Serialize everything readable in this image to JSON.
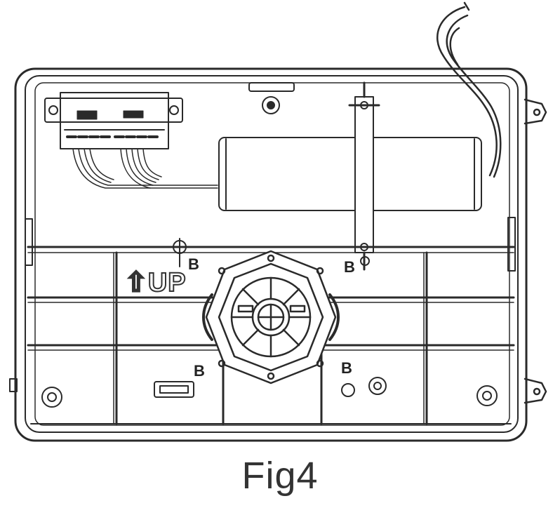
{
  "figure": {
    "caption": "Fig4",
    "orientation_text": "⇧UP",
    "callouts": [
      "B",
      "B",
      "B",
      "B"
    ]
  },
  "colors": {
    "line": "#2a2a2a",
    "background": "#ffffff"
  },
  "icons": [
    "screw-icon",
    "wire-bundle-icon",
    "capacitor-icon",
    "terminal-block-icon",
    "mount-plate-icon"
  ]
}
